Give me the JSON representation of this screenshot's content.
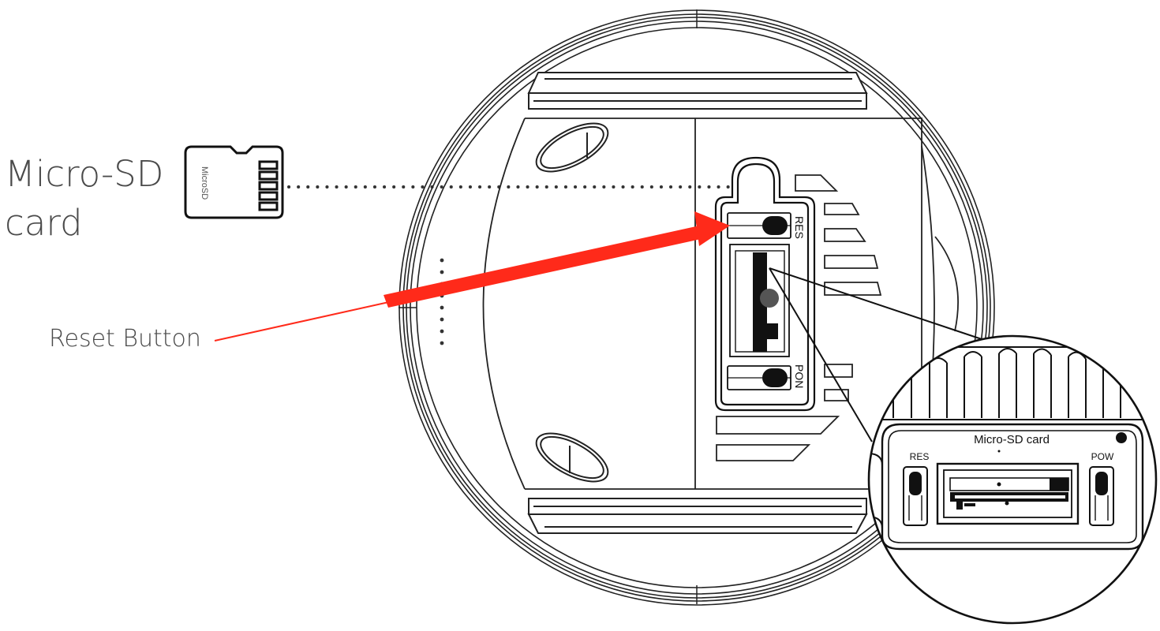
{
  "labels": {
    "microsd_callout": "Micro-SD card",
    "reset_callout": "Reset Button"
  },
  "card_icon": {
    "text": "MicroSD"
  },
  "device": {
    "res_label": "RES",
    "pon_label": "PON"
  },
  "zoom": {
    "title": "Micro-SD card",
    "res_label": "RES",
    "pow_label": "POW"
  },
  "colors": {
    "arrow": "#ff2a1a",
    "line": "#1a1a1a",
    "text": "#4a4a4a"
  }
}
